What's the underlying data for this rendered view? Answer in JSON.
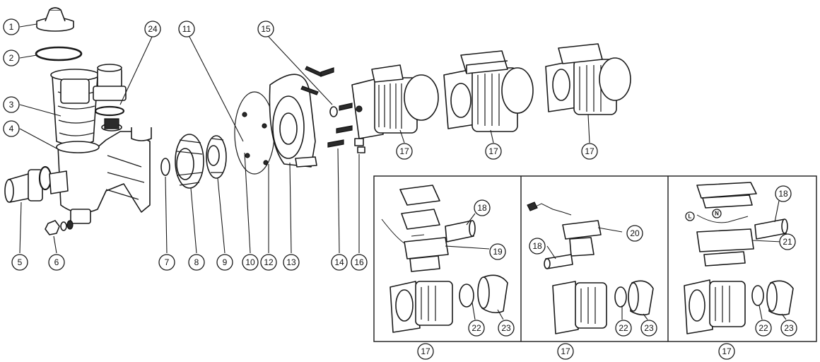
{
  "diagram": {
    "callouts": [
      {
        "id": "c1",
        "label": "1"
      },
      {
        "id": "c2",
        "label": "2"
      },
      {
        "id": "c3",
        "label": "3"
      },
      {
        "id": "c4",
        "label": "4"
      },
      {
        "id": "c5",
        "label": "5"
      },
      {
        "id": "c6",
        "label": "6"
      },
      {
        "id": "c7",
        "label": "7"
      },
      {
        "id": "c8",
        "label": "8"
      },
      {
        "id": "c9",
        "label": "9"
      },
      {
        "id": "c10",
        "label": "10"
      },
      {
        "id": "c11",
        "label": "11"
      },
      {
        "id": "c12",
        "label": "12"
      },
      {
        "id": "c13",
        "label": "13"
      },
      {
        "id": "c14",
        "label": "14"
      },
      {
        "id": "c15",
        "label": "15"
      },
      {
        "id": "c16",
        "label": "16"
      },
      {
        "id": "c17a",
        "label": "17"
      },
      {
        "id": "c17b",
        "label": "17"
      },
      {
        "id": "c17c",
        "label": "17"
      },
      {
        "id": "c24",
        "label": "24"
      },
      {
        "id": "p1_18",
        "label": "18"
      },
      {
        "id": "p1_19",
        "label": "19"
      },
      {
        "id": "p1_22",
        "label": "22"
      },
      {
        "id": "p1_23",
        "label": "23"
      },
      {
        "id": "p1_17",
        "label": "17"
      },
      {
        "id": "p2_18",
        "label": "18"
      },
      {
        "id": "p2_20",
        "label": "20"
      },
      {
        "id": "p2_22",
        "label": "22"
      },
      {
        "id": "p2_23",
        "label": "23"
      },
      {
        "id": "p2_17",
        "label": "17"
      },
      {
        "id": "p3_18",
        "label": "18"
      },
      {
        "id": "p3_21",
        "label": "21"
      },
      {
        "id": "p3_22",
        "label": "22"
      },
      {
        "id": "p3_23",
        "label": "23"
      },
      {
        "id": "p3_17",
        "label": "17"
      }
    ],
    "terminal_marks": {
      "l": "L",
      "n": "N"
    }
  }
}
